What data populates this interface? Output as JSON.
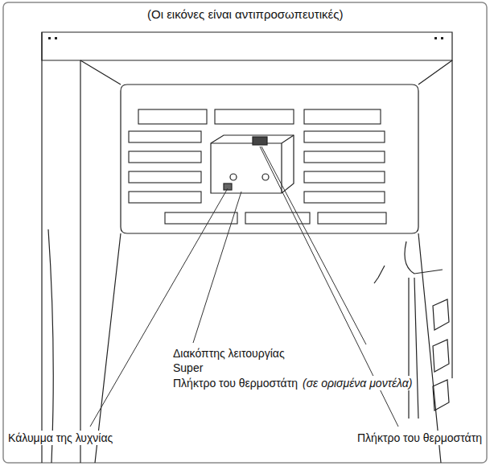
{
  "diagram": {
    "title": "(Οι εικόνες είναι αντιπροσωπευτικές)",
    "labels": [
      "Διακόπτης λειτουργίας Super",
      "Πλήκτρο του θερμοστάτη",
      "(σε ορισμένα μοντέλα)",
      "Κάλυμμα της λυχνίας",
      "Πλήκτρο του θερμοστάτη"
    ]
  }
}
